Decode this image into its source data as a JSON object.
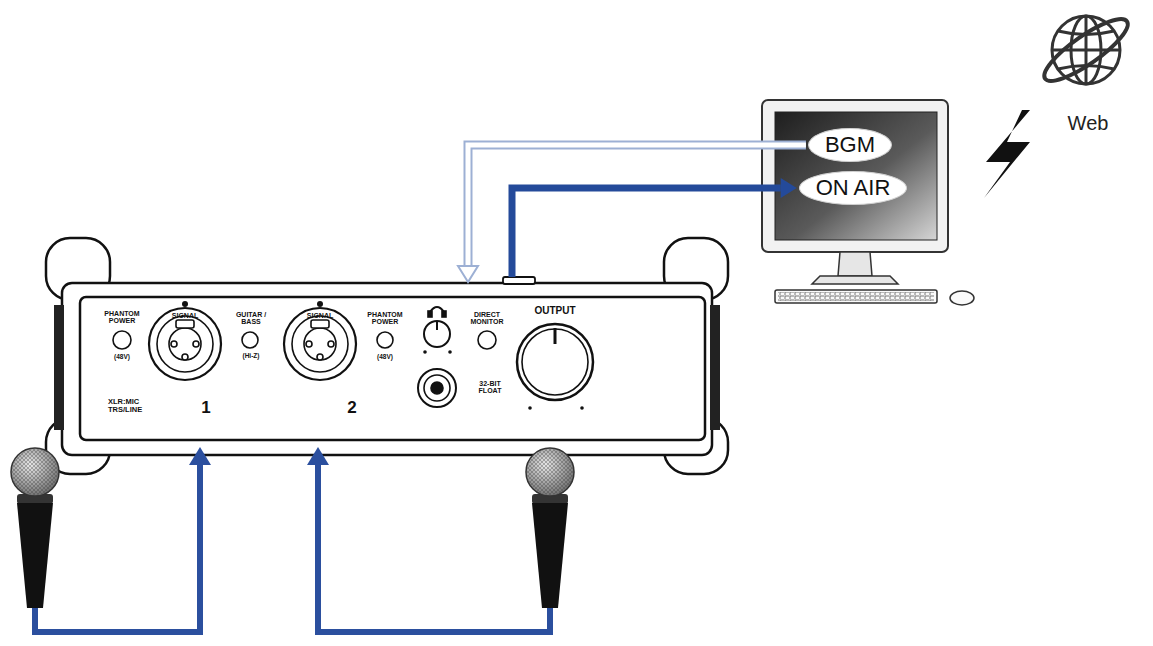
{
  "diagram": {
    "nodes": [
      {
        "text": [
          "BGM"
        ]
      },
      {
        "text": [
          "ON AIR"
        ]
      },
      {
        "text": [
          "PHANTOM POWER",
          "(48V)",
          "SIGNAL",
          "GUITAR / BASS",
          "(Hi-Z)",
          "XLR:MIC TRS/LINE",
          "1",
          "SIGNAL",
          "2",
          "PHANTOM POWER",
          "(48V)",
          "DIRECT MONITOR",
          "32-BIT FLOAT",
          "OUTPUT"
        ]
      }
    ],
    "edges": [
      {
        "from": 0,
        "to": 2,
        "arrow": "to"
      },
      {
        "from": 2,
        "to": 1,
        "arrow": "to"
      }
    ],
    "labels": [
      "Web"
    ]
  }
}
